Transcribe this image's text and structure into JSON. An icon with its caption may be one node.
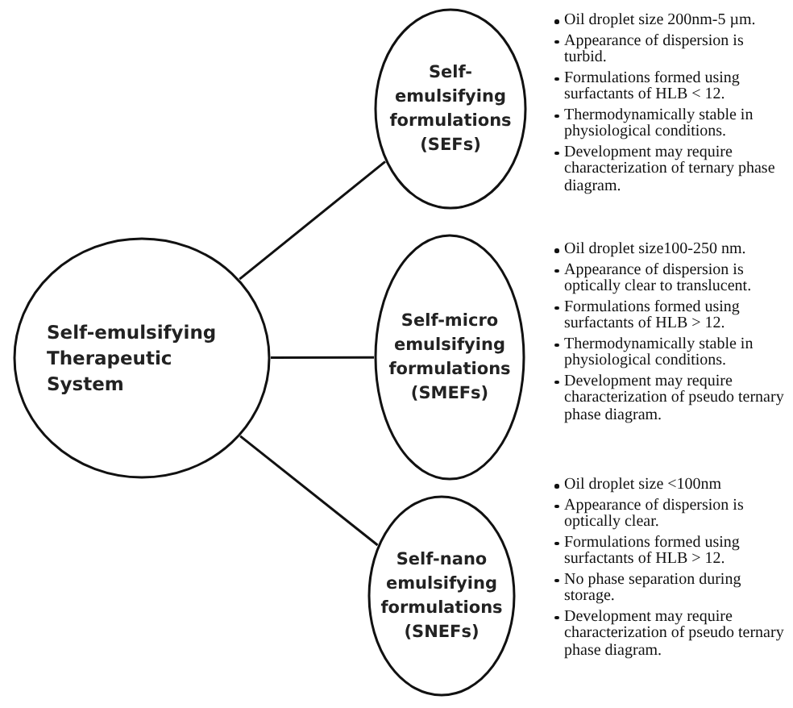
{
  "diagram": {
    "nodes": [
      {
        "text": [
          "Self-emulsifying Therapeutic System"
        ]
      },
      {
        "text": [
          "Self- emulsifying formulations (SEFs)"
        ],
        "beside": [
          "Oil droplet size  200nm-5 µm.",
          "Appearance of dispersion is turbid.",
          "Formulations formed using surfactants of HLB  < 12.",
          "Thermodynamically stable in physiological conditions.",
          "Development may require characterization  of ternary phase diagram."
        ]
      },
      {
        "text": [
          "Self-micro emulsifying formulations (SMEFs)"
        ],
        "beside": [
          "Oil droplet size100-250  nm.",
          "Appearance of dispersion is optically clear to translucent.",
          "Formulations formed using surfactants of HLB  > 12.",
          "Thermodynamically stable in physiological conditions.",
          "Development may require characterization of pseudo ternary phase diagram."
        ]
      },
      {
        "text": [
          "Self-nano emulsifying formulations (SNEFs)"
        ],
        "beside": [
          "Oil droplet size  <100nm",
          "Appearance of dispersion is optically clear.",
          "Formulations formed using surfactants of HLB  > 12.",
          "No phase separation during storage.",
          "Development may require characterization  of pseudo ternary phase diagram."
        ]
      }
    ],
    "edges": [
      {
        "from": 0,
        "to": 1,
        "arrow": "none"
      },
      {
        "from": 0,
        "to": 2,
        "arrow": "none"
      },
      {
        "from": 0,
        "to": 3,
        "arrow": "none"
      }
    ]
  }
}
